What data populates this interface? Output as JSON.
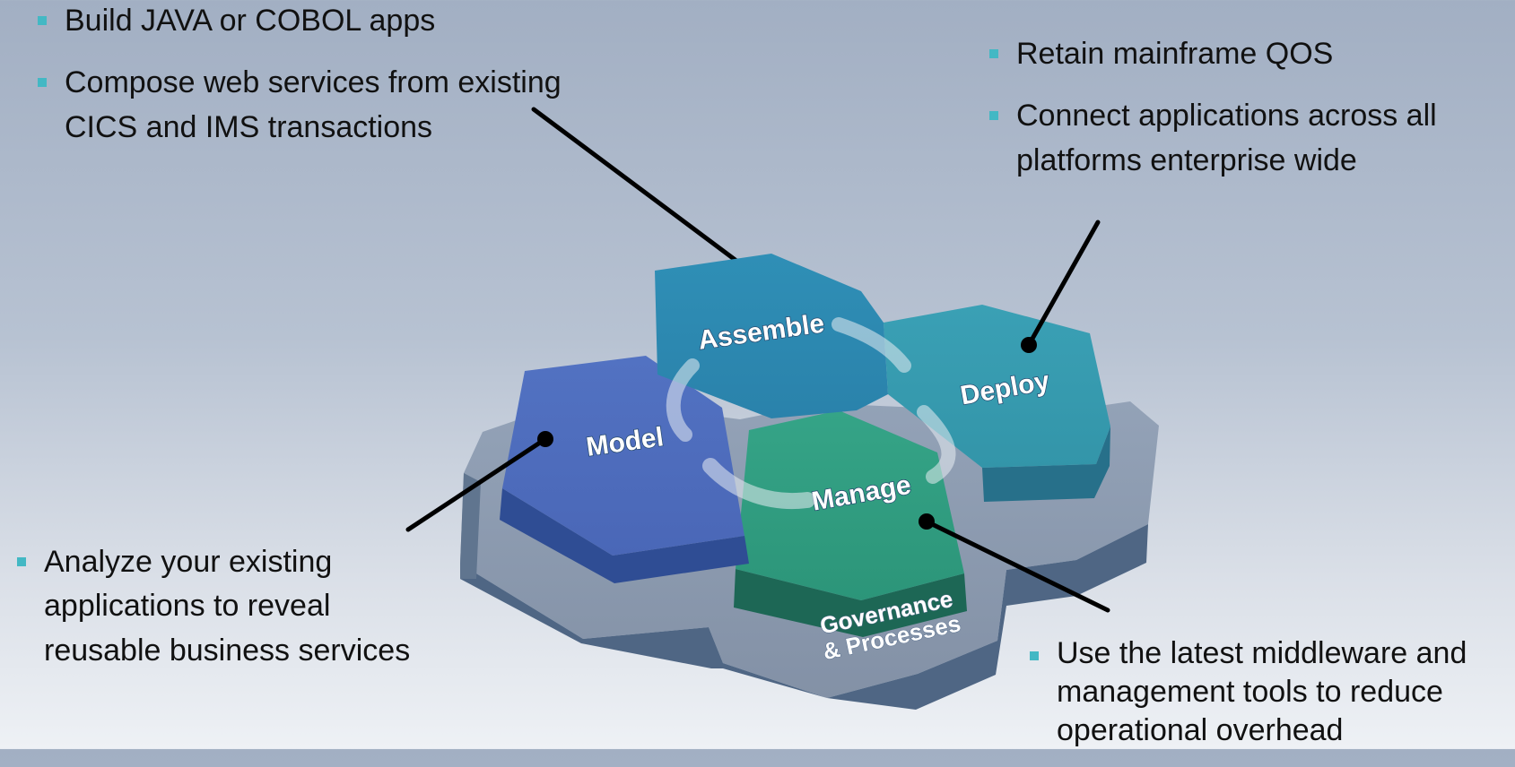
{
  "bullets": {
    "top_left": [
      "Build JAVA or COBOL apps",
      "Compose web services from existing CICS and IMS transactions"
    ],
    "top_right": [
      "Retain mainframe QOS",
      "Connect applications across all platforms enterprise wide"
    ],
    "bottom_left": [
      "Analyze your existing applications to reveal reusable business services"
    ],
    "bottom_right": [
      "Use the latest middleware and management tools to reduce operational overhead"
    ]
  },
  "diagram": {
    "stages": {
      "assemble": "Assemble",
      "deploy": "Deploy",
      "model": "Model",
      "manage": "Manage"
    },
    "base_label_line1": "Governance",
    "base_label_line2": "& Processes"
  },
  "colors": {
    "bullet_marker": "#43b8c4",
    "assemble": "#2a87ad",
    "deploy": "#3599ad",
    "model": "#4b68b8",
    "manage": "#2e9a7e",
    "base": "#8797ad",
    "leader_lines": "#000000"
  }
}
